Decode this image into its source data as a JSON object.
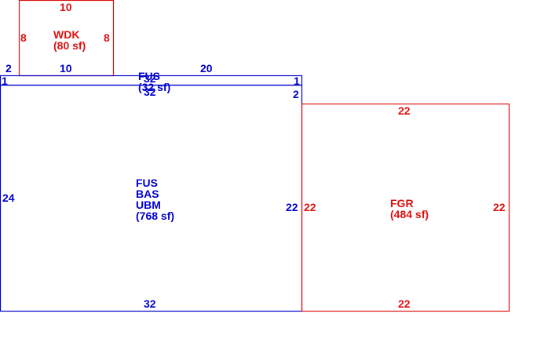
{
  "colors": {
    "living": "#0000cc",
    "exterior": "#dd1111",
    "background": "#ffffff"
  },
  "wdk": {
    "dim_top": "10",
    "dim_left": "8",
    "dim_right": "8",
    "dim_bottom": "10",
    "code": "WDK",
    "area": "(80 sf)"
  },
  "fus_strip": {
    "dim_left_offset": "2",
    "dim_top": "20",
    "dim_left": "1",
    "dim_right": "1",
    "dim_top_overlap": "32",
    "dim_bottom": "32",
    "code": "FUS",
    "area": "(32 sf)"
  },
  "main": {
    "dim_left": "24",
    "dim_right": "22",
    "dim_bottom": "32",
    "dim_right_step": "2",
    "code1": "FUS",
    "code2": "BAS",
    "code3": "UBM",
    "area": "(768 sf)"
  },
  "fgr": {
    "dim_top": "22",
    "dim_left": "22",
    "dim_right": "22",
    "dim_bottom": "22",
    "code": "FGR",
    "area": "(484 sf)"
  }
}
